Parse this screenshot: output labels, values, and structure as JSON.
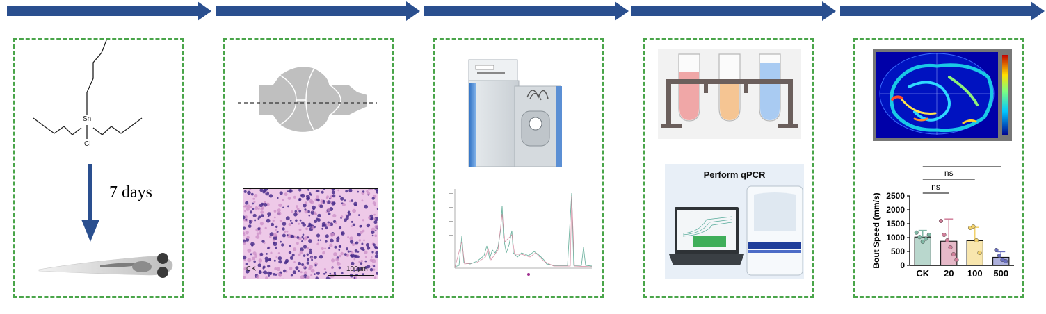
{
  "colors": {
    "arrow": "#2a4f8f",
    "panel_border": "#4aa54a",
    "bar_ck": "#7fb7a4",
    "bar_20": "#d17f9a",
    "bar_100": "#f2d16b",
    "bar_500": "#6a6fbf"
  },
  "panel1": {
    "atom_sn": "Sn",
    "atom_cl": "Cl",
    "duration_label": "7 days",
    "icons": [
      "tributyltin-chloride-structure",
      "down-arrow-icon",
      "zebrafish-larva-icon"
    ]
  },
  "panel2": {
    "section_label": "CK",
    "scale_label": "100μm",
    "icons": [
      "brain-outline-icon",
      "histology-image"
    ]
  },
  "panel3": {
    "icons": [
      "mass-spectrometer-icon",
      "chromatogram-image"
    ]
  },
  "panel4": {
    "qpcr_title": "Perform qPCR",
    "icons": [
      "test-tube-rack-icon",
      "qpcr-instrument-image"
    ]
  },
  "panel5": {
    "icons": [
      "heatmap-trajectory-image"
    ],
    "chart_data": {
      "type": "bar",
      "categories": [
        "CK",
        "20",
        "100",
        "500"
      ],
      "values": [
        1020,
        870,
        890,
        290
      ],
      "errors": [
        240,
        800,
        480,
        200
      ],
      "points": [
        [
          1180,
          1020,
          850,
          960,
          1100
        ],
        [
          1600,
          1100,
          900,
          650,
          400,
          200
        ],
        [
          1350,
          1400,
          900,
          450
        ],
        [
          550,
          350,
          200,
          150
        ]
      ],
      "ylabel": "Bout Speed (mm/s)",
      "yticks": [
        0,
        500,
        1000,
        1500,
        2000,
        2500
      ],
      "ylim": [
        0,
        2500
      ],
      "significance": [
        {
          "from": 0,
          "to": 1,
          "label": "ns"
        },
        {
          "from": 0,
          "to": 2,
          "label": "ns"
        },
        {
          "from": 0,
          "to": 3,
          "label": "*"
        }
      ]
    }
  }
}
